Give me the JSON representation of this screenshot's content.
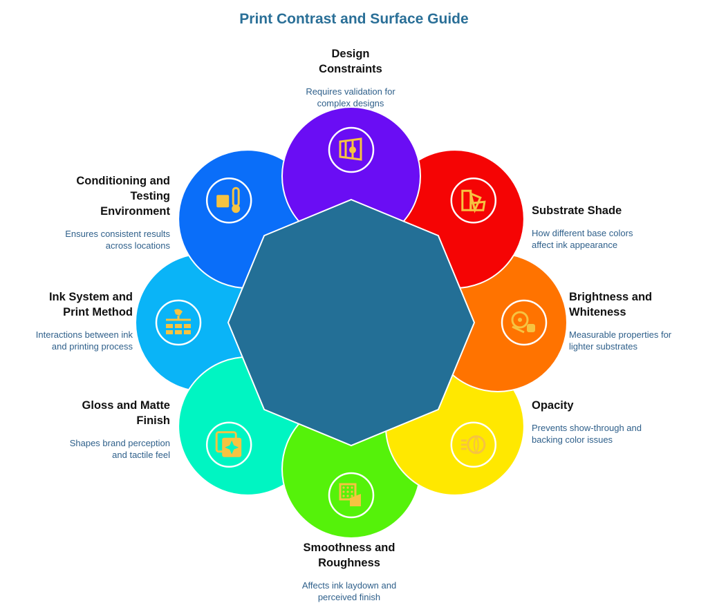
{
  "title": "Print Contrast and Surface Guide",
  "center_color": "#236f96",
  "segments": [
    {
      "id": "design-constraints",
      "title": "Design Constraints",
      "title_lines": [
        "Design",
        "Constraints"
      ],
      "desc_lines": [
        "Requires validation for",
        "complex designs"
      ],
      "color": "#6a0df4",
      "icon": "design-pen-icon"
    },
    {
      "id": "substrate-shade",
      "title": "Substrate Shade",
      "title_lines": [
        "Substrate Shade"
      ],
      "desc_lines": [
        "How different base colors",
        "affect ink appearance"
      ],
      "color": "#f50404",
      "icon": "color-swatch-icon"
    },
    {
      "id": "brightness-whiteness",
      "title": "Brightness and Whiteness",
      "title_lines": [
        "Brightness and",
        "Whiteness"
      ],
      "desc_lines": [
        "Measurable properties for",
        "lighter substrates"
      ],
      "color": "#ff7300",
      "icon": "light-roll-icon"
    },
    {
      "id": "opacity",
      "title": "Opacity",
      "title_lines": [
        "Opacity"
      ],
      "desc_lines": [
        "Prevents show-through and",
        "backing color issues"
      ],
      "color": "#ffe800",
      "icon": "light-bulb-icon"
    },
    {
      "id": "smoothness-roughness",
      "title": "Smoothness and Roughness",
      "title_lines": [
        "Smoothness and",
        "Roughness"
      ],
      "desc_lines": [
        "Affects ink laydown and",
        "perceived finish"
      ],
      "color": "#55f20a",
      "icon": "texture-icon"
    },
    {
      "id": "gloss-matte",
      "title": "Gloss and Matte Finish",
      "title_lines": [
        "Gloss and Matte",
        "Finish"
      ],
      "desc_lines": [
        "Shapes brand perception",
        "and tactile feel"
      ],
      "color": "#00f5c2",
      "icon": "sparkle-card-icon"
    },
    {
      "id": "ink-system",
      "title": "Ink System and Print Method",
      "title_lines": [
        "Ink System and",
        "Print Method"
      ],
      "desc_lines": [
        "Interactions between ink",
        "and printing process"
      ],
      "color": "#0ab4f7",
      "icon": "ink-dispenser-icon"
    },
    {
      "id": "conditioning",
      "title": "Conditioning and Testing Environment",
      "title_lines": [
        "Conditioning and",
        "Testing",
        "Environment"
      ],
      "desc_lines": [
        "Ensures consistent results",
        "across locations"
      ],
      "color": "#0a6ef9",
      "icon": "thermometer-icon"
    }
  ]
}
